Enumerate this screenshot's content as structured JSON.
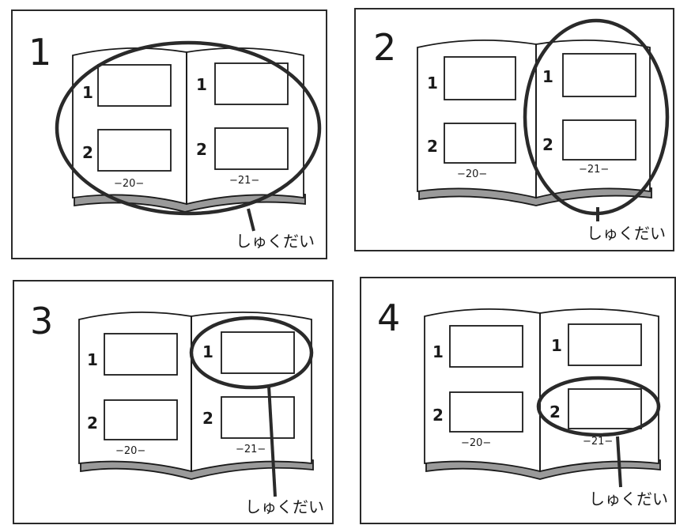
{
  "panels": [
    {
      "number": "1",
      "highlight": "both-pages",
      "left_page": {
        "items": [
          "1",
          "2"
        ],
        "page_number": "−20−"
      },
      "right_page": {
        "items": [
          "1",
          "2"
        ],
        "page_number": "−21−"
      },
      "label": "しゅくだい"
    },
    {
      "number": "2",
      "highlight": "right-page",
      "left_page": {
        "items": [
          "1",
          "2"
        ],
        "page_number": "−20−"
      },
      "right_page": {
        "items": [
          "1",
          "2"
        ],
        "page_number": "−21−"
      },
      "label": "しゅくだい"
    },
    {
      "number": "3",
      "highlight": "right-page-item-1",
      "left_page": {
        "items": [
          "1",
          "2"
        ],
        "page_number": "−20−"
      },
      "right_page": {
        "items": [
          "1",
          "2"
        ],
        "page_number": "−21−"
      },
      "label": "しゅくだい"
    },
    {
      "number": "4",
      "highlight": "right-page-item-2",
      "left_page": {
        "items": [
          "1",
          "2"
        ],
        "page_number": "−20−"
      },
      "right_page": {
        "items": [
          "1",
          "2"
        ],
        "page_number": "−21−"
      },
      "label": "しゅくだい"
    }
  ],
  "colors": {
    "ink": "#1a1a1a",
    "paper": "#ffffff",
    "page_edge_shade": "#9a9a9a"
  }
}
